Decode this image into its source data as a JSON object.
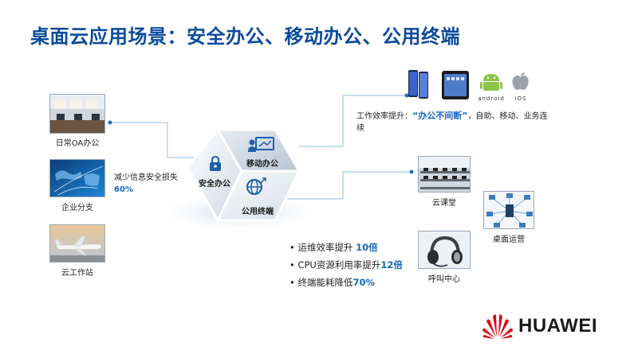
{
  "slide": {
    "title": "桌面云应用场景：安全办公、移动办公、公用终端"
  },
  "left_scenarios": [
    {
      "label": "日常OA办公",
      "image": "office-photo"
    },
    {
      "label": "企业分支",
      "image": "world-map-photo"
    },
    {
      "label": "云工作站",
      "image": "airplane-photo"
    }
  ],
  "security_note": {
    "prefix": "减少信息安全损失",
    "value": "60%"
  },
  "cube": {
    "left_face": "安全办公",
    "top_face": "移动办公",
    "bottom_face": "公用终端"
  },
  "mobile_note": {
    "prefix": "工作效率提升：",
    "quote": "“办公不间断”",
    "suffix": "，自助、移动、业务连续"
  },
  "devices": [
    {
      "name": "phone-icon"
    },
    {
      "name": "tablet-icon"
    },
    {
      "name": "android-icon",
      "label": "android"
    },
    {
      "name": "apple-icon",
      "label": "iOS"
    }
  ],
  "benefits": [
    {
      "text": "运维效率提升 ",
      "value": "10倍"
    },
    {
      "text": "CPU资源利用率提升",
      "value": "12倍"
    },
    {
      "text": "终端能耗降低",
      "value": "70%"
    }
  ],
  "right_scenarios": [
    {
      "label": "云课堂",
      "image": "classroom-photo"
    },
    {
      "label": "桌面运营",
      "image": "network-diagram"
    },
    {
      "label": "呼叫中心",
      "image": "headset-photo"
    }
  ],
  "brand": {
    "name": "HUAWEI",
    "color": "#e30613"
  },
  "colors": {
    "title": "#0a4a9c",
    "accent": "#1565c0",
    "line": "#7fb3e0"
  }
}
